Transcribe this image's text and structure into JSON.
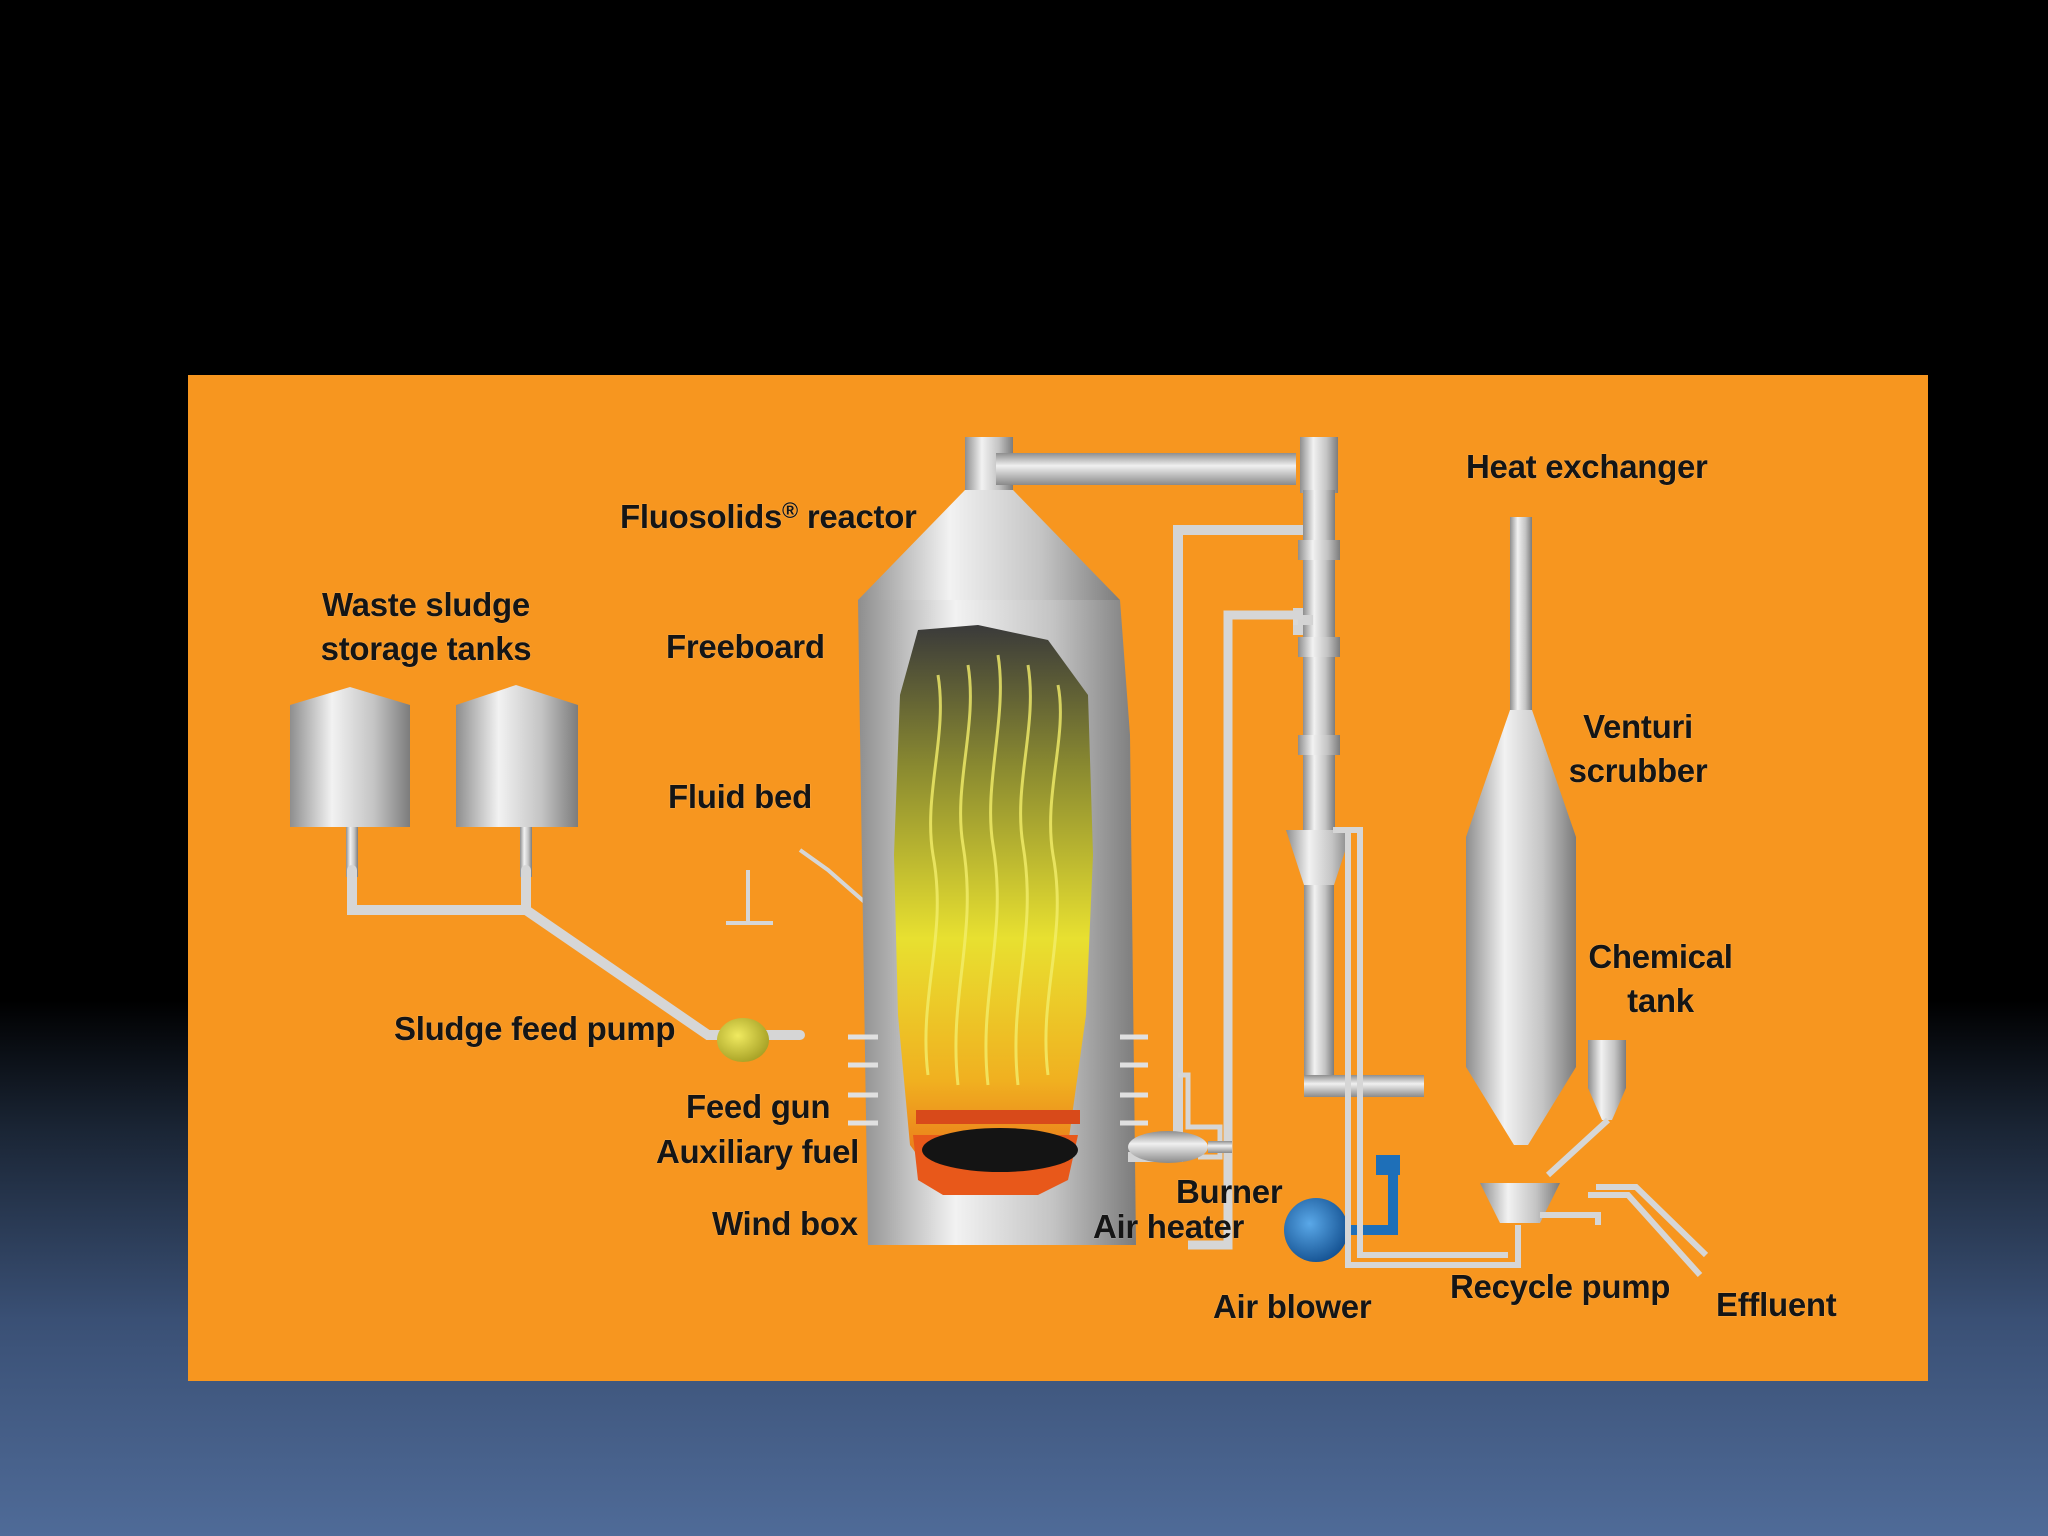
{
  "diagram": {
    "labels": {
      "heat_exchanger": "Heat exchanger",
      "reactor_name": "Fluosolids",
      "reactor_mark": "®",
      "reactor_word": "reactor",
      "waste_sludge_line1": "Waste sludge",
      "waste_sludge_line2": "storage tanks",
      "freeboard": "Freeboard",
      "fluid_bed": "Fluid bed",
      "venturi_line1": "Venturi",
      "venturi_line2": "scrubber",
      "chemical_line1": "Chemical",
      "chemical_line2": "tank",
      "sludge_feed_pump": "Sludge feed pump",
      "feed_gun": "Feed gun",
      "auxiliary_fuel": "Auxiliary fuel",
      "wind_box": "Wind box",
      "burner": "Burner",
      "air_heater": "Air heater",
      "air_blower": "Air blower",
      "recycle_pump": "Recycle pump",
      "effluent": "Effluent"
    },
    "colors": {
      "panel": "#f7961f",
      "metal": "#c8c8c8",
      "flame": "#e8e030",
      "blower": "#1e6fb8"
    }
  }
}
